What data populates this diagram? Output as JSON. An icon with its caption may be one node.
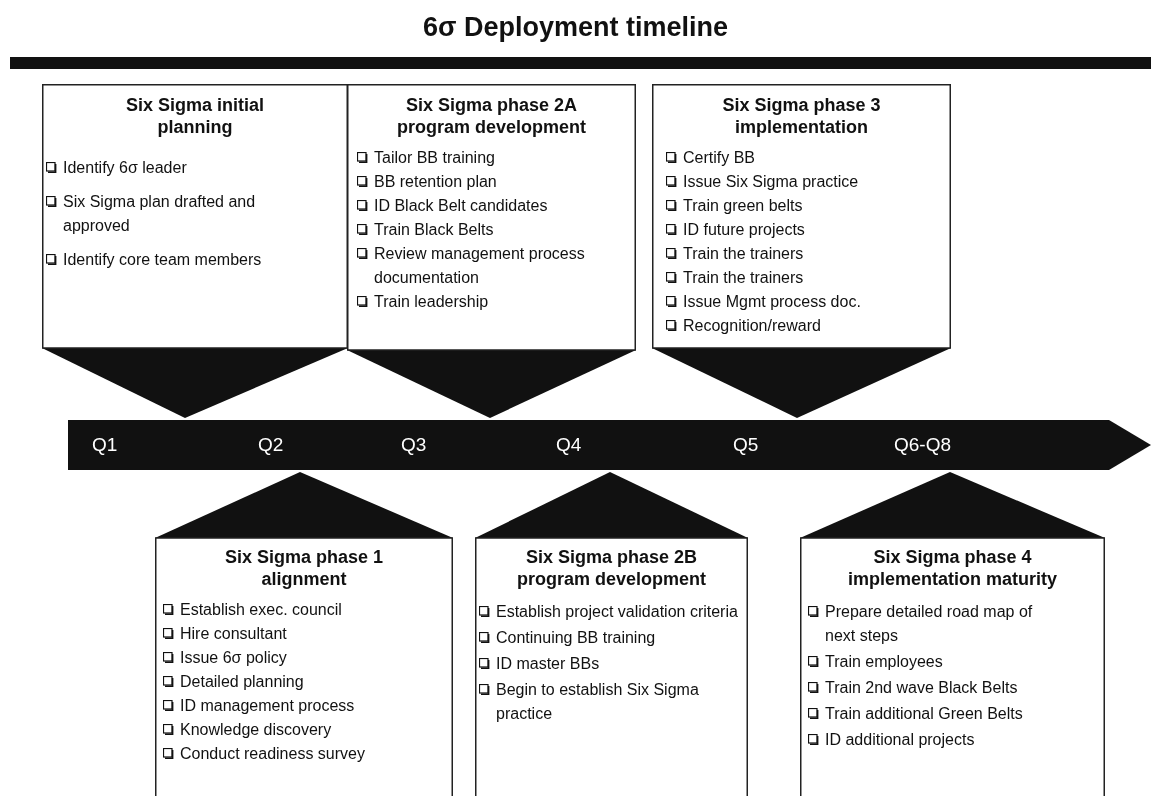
{
  "diagram": {
    "title": "6σ Deployment timeline",
    "nodes": [
      {
        "text": [
          "Six Sigma initial planning",
          "Identify 6σ leader",
          "Six Sigma plan drafted and approved",
          "Identify core team members"
        ]
      },
      {
        "text": [
          "Six Sigma phase 2A program development",
          "Tailor BB training",
          "BB retention plan",
          "ID Black Belt candidates",
          "Train Black Belts",
          "Review management process documentation",
          "Train leadership"
        ]
      },
      {
        "text": [
          "Six Sigma phase 3 implementation",
          "Certify BB",
          "Issue Six Sigma practice",
          "Train green belts",
          "ID future projects",
          "Train the trainers",
          "Train the trainers",
          "Issue Mgmt process doc.",
          "Recognition/reward"
        ]
      },
      {
        "text": [
          "Q1",
          "Q2",
          "Q3",
          "Q4",
          "Q5",
          "Q6-Q8"
        ]
      },
      {
        "text": [
          "Six Sigma phase 1 alignment",
          "Establish exec. council",
          "Hire consultant",
          "Issue 6σ policy",
          "Detailed planning",
          "ID management process",
          "Knowledge discovery",
          "Conduct readiness survey"
        ]
      },
      {
        "text": [
          "Six Sigma phase 2B program development",
          "Establish project validation criteria",
          "Continuing BB training",
          "ID master BBs",
          "Begin to establish Six Sigma practice"
        ]
      },
      {
        "text": [
          "Six Sigma phase 4 implementation maturity",
          "Prepare detailed road map of next steps",
          "Train employees",
          "Train 2nd wave Black Belts",
          "Train additional Green Belts",
          "ID additional projects"
        ]
      }
    ]
  }
}
